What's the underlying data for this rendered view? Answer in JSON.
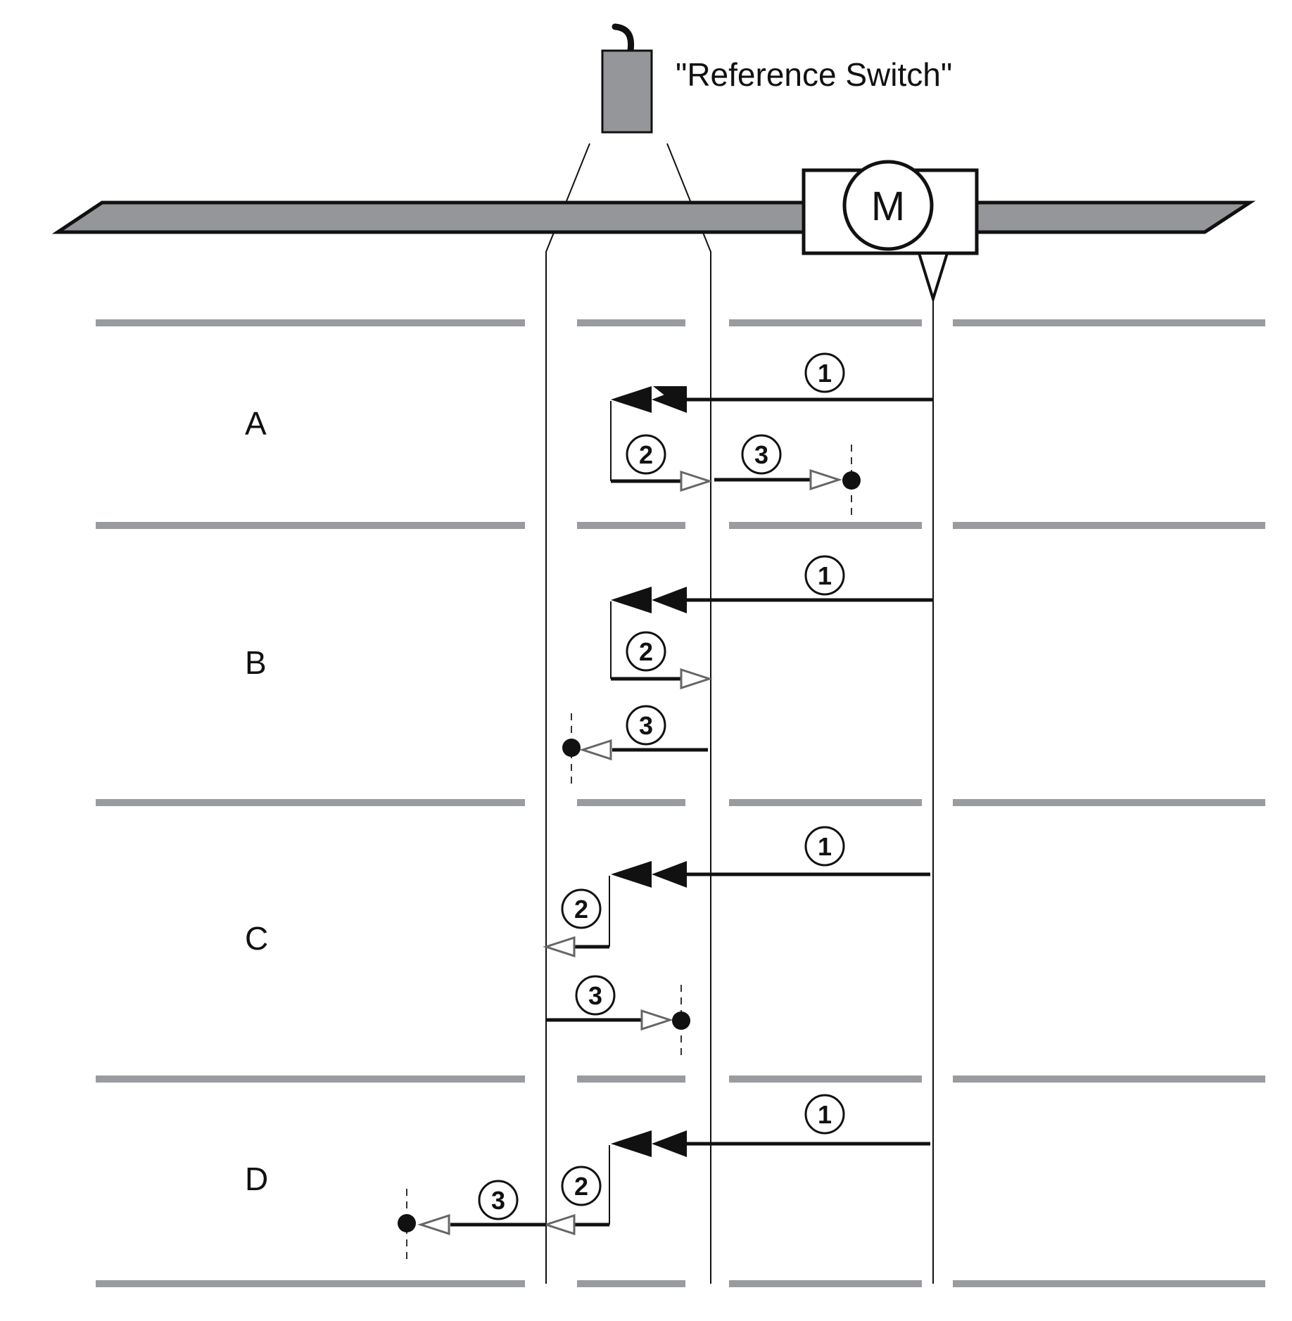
{
  "switch_label": "\"Reference Switch\"",
  "motor_label": "M",
  "rows": [
    {
      "label": "A",
      "steps": [
        "1",
        "2",
        "3"
      ]
    },
    {
      "label": "B",
      "steps": [
        "1",
        "2",
        "3"
      ]
    },
    {
      "label": "C",
      "steps": [
        "1",
        "2",
        "3"
      ]
    },
    {
      "label": "D",
      "steps": [
        "1",
        "2",
        "3"
      ]
    }
  ],
  "colors": {
    "bar": "#959699",
    "separator": "#999b9e",
    "line": "#111111",
    "open_arrow": "#666666"
  }
}
